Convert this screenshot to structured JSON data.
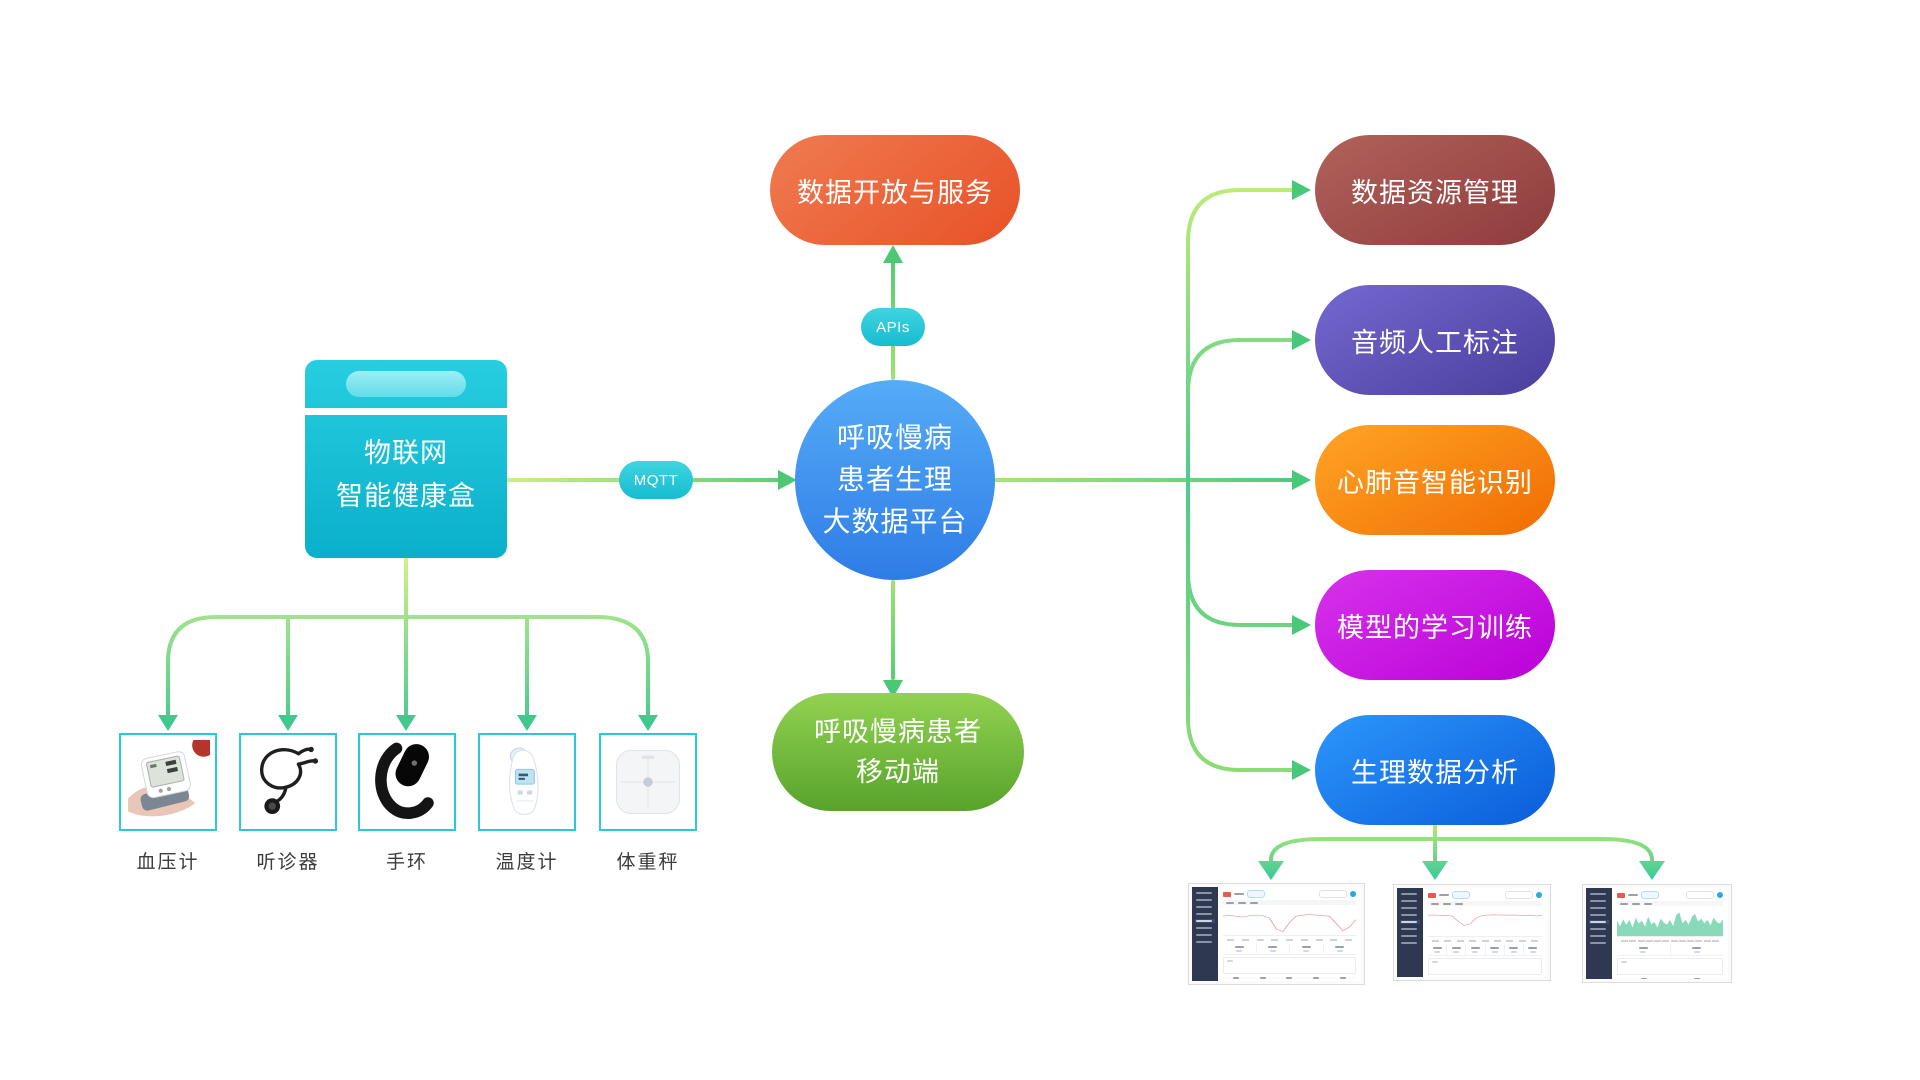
{
  "diagram": {
    "iot_box": {
      "line1": "物联网",
      "line2": "智能健康盒"
    },
    "mqtt_label": "MQTT",
    "apis_label": "APIs",
    "center_platform": {
      "line1": "呼吸慢病",
      "line2": "患者生理",
      "line3": "大数据平台"
    },
    "data_services": {
      "label": "数据开放与服务",
      "color": "#ec6038"
    },
    "mobile_client": {
      "line1": "呼吸慢病患者",
      "line2": "移动端",
      "color": "#6fbc3c"
    },
    "right_boxes": [
      {
        "label": "数据资源管理",
        "color": "#9d4a45"
      },
      {
        "label": "音频人工标注",
        "color": "#5b4fb4"
      },
      {
        "label": "心肺音智能识别",
        "color": "#f98708"
      },
      {
        "label": "模型的学习训练",
        "color": "#c91ce2"
      },
      {
        "label": "生理数据分析",
        "color": "#1679ea"
      }
    ],
    "devices": [
      {
        "label": "血压计",
        "icon": "blood-pressure-monitor-icon"
      },
      {
        "label": "听诊器",
        "icon": "stethoscope-icon"
      },
      {
        "label": "手环",
        "icon": "fitness-band-icon"
      },
      {
        "label": "温度计",
        "icon": "thermometer-icon"
      },
      {
        "label": "体重秤",
        "icon": "weight-scale-icon"
      }
    ],
    "connector_colors": {
      "light": "#c6ee7e",
      "dark": "#3ec795"
    },
    "screenshots": [
      {
        "name": "dashboard-line-chart-1",
        "chart_type": "line",
        "line_color": "#f0a3aa",
        "values": [
          32,
          30,
          33,
          36,
          31,
          29,
          31,
          40,
          78,
          88,
          55,
          33,
          29,
          27,
          29,
          31,
          33,
          58,
          85,
          72,
          45
        ],
        "sidebar_rows": 8,
        "stat_cols": 4,
        "table_cols": 5,
        "table_rows": 3,
        "axis_ticks": 9
      },
      {
        "name": "dashboard-line-chart-2",
        "chart_type": "line",
        "line_color": "#f0a3aa",
        "values": [
          26,
          25,
          27,
          26,
          29,
          47,
          62,
          57,
          36,
          27,
          25,
          24,
          25,
          26,
          25,
          26,
          27,
          26,
          28,
          27
        ],
        "sidebar_rows": 8,
        "stat_cols": 6,
        "table_cols": 7,
        "table_rows": 3,
        "axis_ticks": 9
      },
      {
        "name": "dashboard-waveform-chart",
        "chart_type": "area",
        "line_color": "#7bd6b4",
        "values": [
          55,
          35,
          60,
          40,
          58,
          30,
          65,
          45,
          55,
          33,
          70,
          42,
          50,
          30,
          62,
          48,
          40,
          58,
          35,
          75,
          85,
          45,
          58,
          40,
          68,
          80,
          52,
          62,
          45,
          58,
          38,
          66,
          50,
          44,
          60
        ],
        "sidebar_rows": 8,
        "stat_cols": 2,
        "table_cols": 2,
        "table_rows": 3,
        "axis_ticks": 12
      }
    ]
  }
}
